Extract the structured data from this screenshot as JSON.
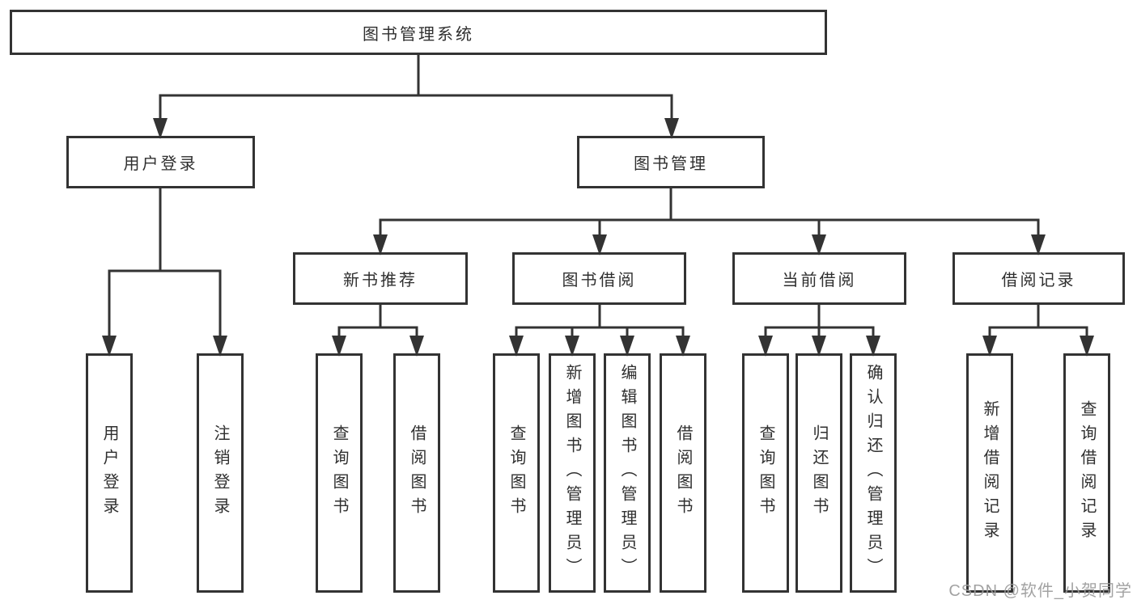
{
  "diagram": {
    "title_node": "图书管理系统",
    "level2": {
      "user_login": "用户登录",
      "book_management": "图书管理"
    },
    "level3": {
      "new_book_recommend": "新书推荐",
      "book_borrow": "图书借阅",
      "current_borrow": "当前借阅",
      "borrow_record": "借阅记录"
    },
    "leaves": {
      "user_login": "用户登录",
      "logout": "注销登录",
      "nb_query_book": "查询图书",
      "nb_borrow_book": "借阅图书",
      "bb_query_book": "查询图书",
      "bb_add_book": "新增图书（管理员）",
      "bb_edit_book": "编辑图书（管理员）",
      "bb_borrow_book": "借阅图书",
      "cb_query_book": "查询图书",
      "cb_return_book": "归还图书",
      "cb_confirm_return": "确认归还（管理员）",
      "br_add_record": "新增借阅记录",
      "br_query_record": "查询借阅记录"
    }
  },
  "watermark": {
    "text": "CSDN @软件_小贺同学"
  },
  "colors": {
    "line": "#333333",
    "node_background": "#ffffff",
    "watermark": "#9b9b9b"
  }
}
